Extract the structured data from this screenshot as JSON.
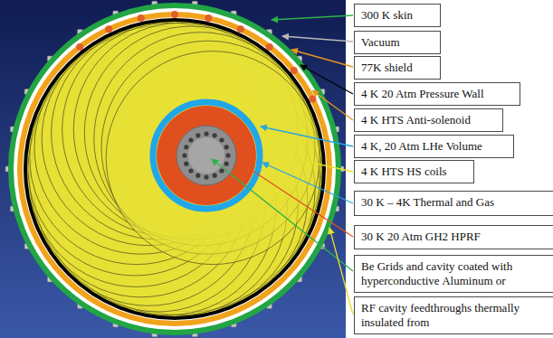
{
  "diagram": {
    "nodes": [
      {
        "text": [
          "300 K skin"
        ]
      },
      {
        "text": [
          "Vacuum"
        ]
      },
      {
        "text": [
          "77K shield"
        ]
      },
      {
        "text": [
          "4 K 20 Atm Pressure Wall"
        ]
      },
      {
        "text": [
          "4 K HTS Anti-solenoid"
        ]
      },
      {
        "text": [
          "4 K, 20 Atm LHe Volume"
        ]
      },
      {
        "text": [
          "4 K HTS HS coils"
        ]
      },
      {
        "text": [
          "30 K – 4K Thermal and Gas"
        ]
      },
      {
        "text": [
          "30 K 20 Atm GH2 HPRF"
        ]
      },
      {
        "text": [
          "Be Grids and cavity coated with hyperconductive Aluminum or"
        ]
      },
      {
        "text": [
          "RF cavity feedthroughs thermally insulated from"
        ]
      }
    ]
  }
}
